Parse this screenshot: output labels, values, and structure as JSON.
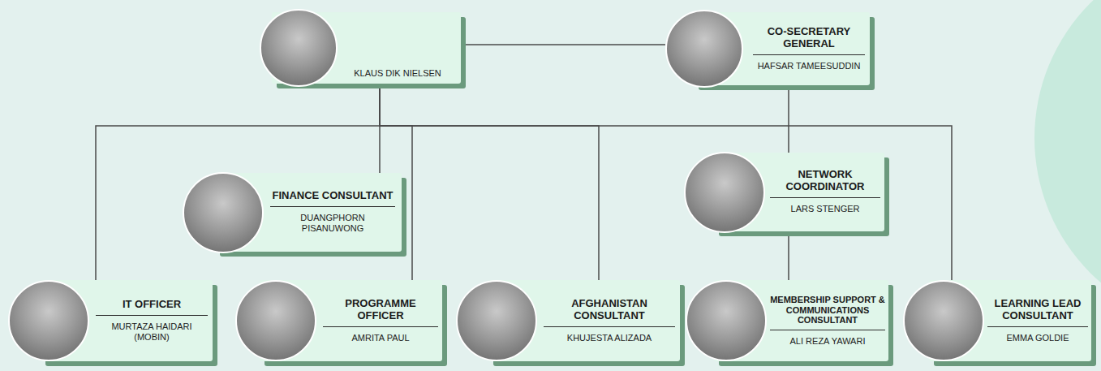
{
  "diagram": {
    "nodes": [
      {
        "text": [
          "KLAUS DIK NIELSEN"
        ]
      },
      {
        "text": [
          "CO-SECRETARY GENERAL",
          "HAFSAR TAMEESUDDIN"
        ]
      },
      {
        "text": [
          "FINANCE CONSULTANT",
          "DUANGPHORN PISANUWONG"
        ]
      },
      {
        "text": [
          "NETWORK COORDINATOR",
          "LARS STENGER"
        ]
      },
      {
        "text": [
          "IT OFFICER",
          "MURTAZA HAIDARI (MOBIN)"
        ]
      },
      {
        "text": [
          "PROGRAMME OFFICER",
          "AMRITA PAUL"
        ]
      },
      {
        "text": [
          "AFGHANISTAN CONSULTANT",
          "KHUJESTA ALIZADA"
        ]
      },
      {
        "text": [
          "MEMBERSHIP SUPPORT & COMMUNICATIONS CONSULTANT",
          "ALI REZA YAWARI"
        ]
      },
      {
        "text": [
          "LEARNING LEAD CONSULTANT",
          "EMMA GOLDIE"
        ]
      }
    ],
    "edges": [
      {
        "from": 0,
        "to": 1,
        "arrow": "none"
      },
      {
        "from": 0,
        "to": 4,
        "arrow": "none"
      },
      {
        "from": 0,
        "to": 2,
        "arrow": "none"
      },
      {
        "from": 0,
        "to": 5,
        "arrow": "none"
      },
      {
        "from": 0,
        "to": 6,
        "arrow": "none"
      },
      {
        "from": 0,
        "to": 8,
        "arrow": "none"
      },
      {
        "from": 1,
        "to": 3,
        "arrow": "none"
      },
      {
        "from": 3,
        "to": 7,
        "arrow": "none"
      }
    ]
  }
}
